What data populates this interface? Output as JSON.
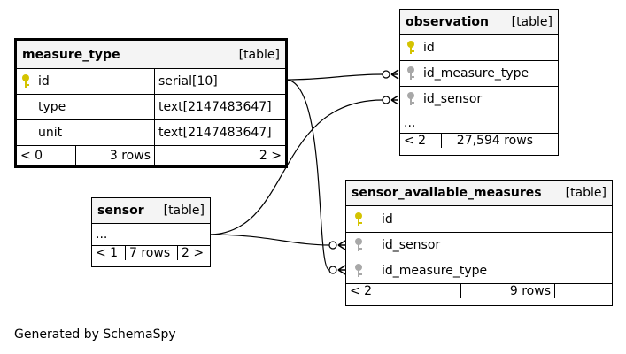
{
  "tables": {
    "measure_type": {
      "name": "measure_type",
      "kind": "[table]",
      "columns": [
        {
          "name": "id",
          "type": "serial[10]"
        },
        {
          "name": "type",
          "type": "text[2147483647]"
        },
        {
          "name": "unit",
          "type": "text[2147483647]"
        }
      ],
      "footer": {
        "parents": "< 0",
        "rows": "3 rows",
        "children": "2 >"
      }
    },
    "observation": {
      "name": "observation",
      "kind": "[table]",
      "columns": [
        "id",
        "id_measure_type",
        "id_sensor"
      ],
      "more": "...",
      "footer": {
        "parents": "< 2",
        "rows": "27,594 rows",
        "children": ""
      }
    },
    "sensor": {
      "name": "sensor",
      "kind": "[table]",
      "more": "...",
      "footer": {
        "parents": "< 1",
        "rows": "7 rows",
        "children": "2 >"
      }
    },
    "sensor_available_measures": {
      "name": "sensor_available_measures",
      "kind": "[table]",
      "columns": [
        "id",
        "id_sensor",
        "id_measure_type"
      ],
      "footer": {
        "parents": "< 2",
        "rows": "9 rows",
        "children": ""
      }
    }
  },
  "colors": {
    "primary_key": "#d4c300",
    "foreign_key": "#a8a8a8",
    "header_bg": "#f4f4f4"
  },
  "footer_text": "Generated by SchemaSpy"
}
